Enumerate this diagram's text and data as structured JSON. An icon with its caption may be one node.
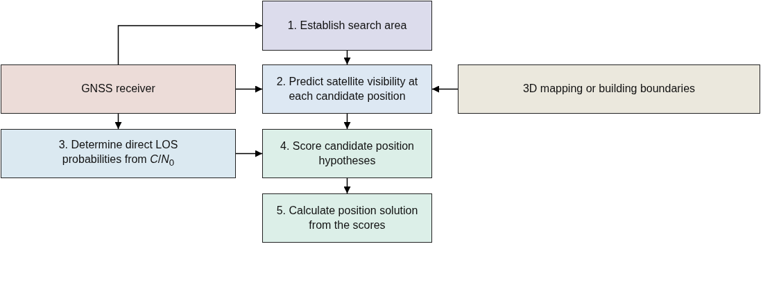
{
  "diagram": {
    "nodes": [
      {
        "text": [
          "1. Establish search area"
        ]
      },
      {
        "text": [
          "GNSS receiver"
        ]
      },
      {
        "text": [
          "2. Predict satellite visibility at each candidate position"
        ]
      },
      {
        "text": [
          "3D mapping or building boundaries"
        ]
      },
      {
        "text": [
          "3. Determine direct LOS probabilities from *C*/*N*$_{0}$"
        ]
      },
      {
        "text": [
          "4. Score candidate position hypotheses"
        ]
      },
      {
        "text": [
          "5. Calculate position solution from the scores"
        ]
      }
    ],
    "edges": [
      {
        "from": 1,
        "to": 0,
        "arrow": "to"
      },
      {
        "from": 0,
        "to": 2,
        "arrow": "to"
      },
      {
        "from": 1,
        "to": 2,
        "arrow": "to"
      },
      {
        "from": 3,
        "to": 2,
        "arrow": "to"
      },
      {
        "from": 1,
        "to": 4,
        "arrow": "to"
      },
      {
        "from": 4,
        "to": 5,
        "arrow": "to"
      },
      {
        "from": 2,
        "to": 5,
        "arrow": "to"
      },
      {
        "from": 5,
        "to": 6,
        "arrow": "to"
      }
    ]
  }
}
